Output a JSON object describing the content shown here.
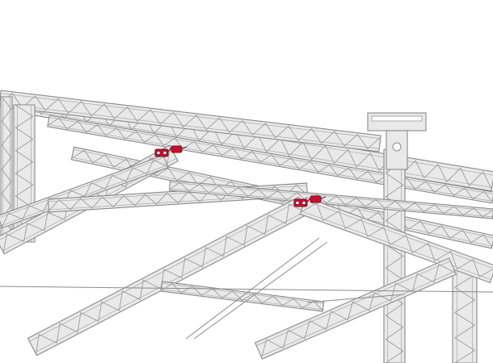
{
  "figure": {
    "subject": "roof-truss-structure",
    "colors": {
      "background": "#ffffff",
      "truss_outline": "#8a8a8a",
      "truss_fill": "#e9e9e9",
      "lacing": "#9d9d9d",
      "highlight": "#c8102e",
      "highlight_dark": "#7a0a1c"
    },
    "highlighted_parts": [
      {
        "name": "clamp-left"
      },
      {
        "name": "clamp-right"
      }
    ]
  }
}
